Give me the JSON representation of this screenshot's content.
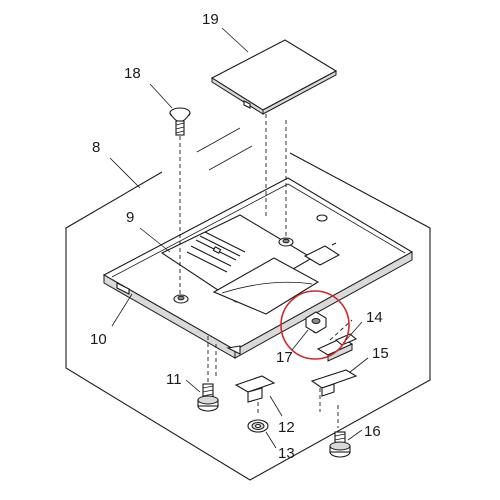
{
  "diagram": {
    "callouts": [
      "19",
      "18",
      "8",
      "9",
      "10",
      "14",
      "17",
      "15",
      "11",
      "12",
      "16",
      "13"
    ],
    "highlight_color": "#d22a2a",
    "line_color": "#1a1a1a",
    "fill_color": "#d9d9d9"
  }
}
